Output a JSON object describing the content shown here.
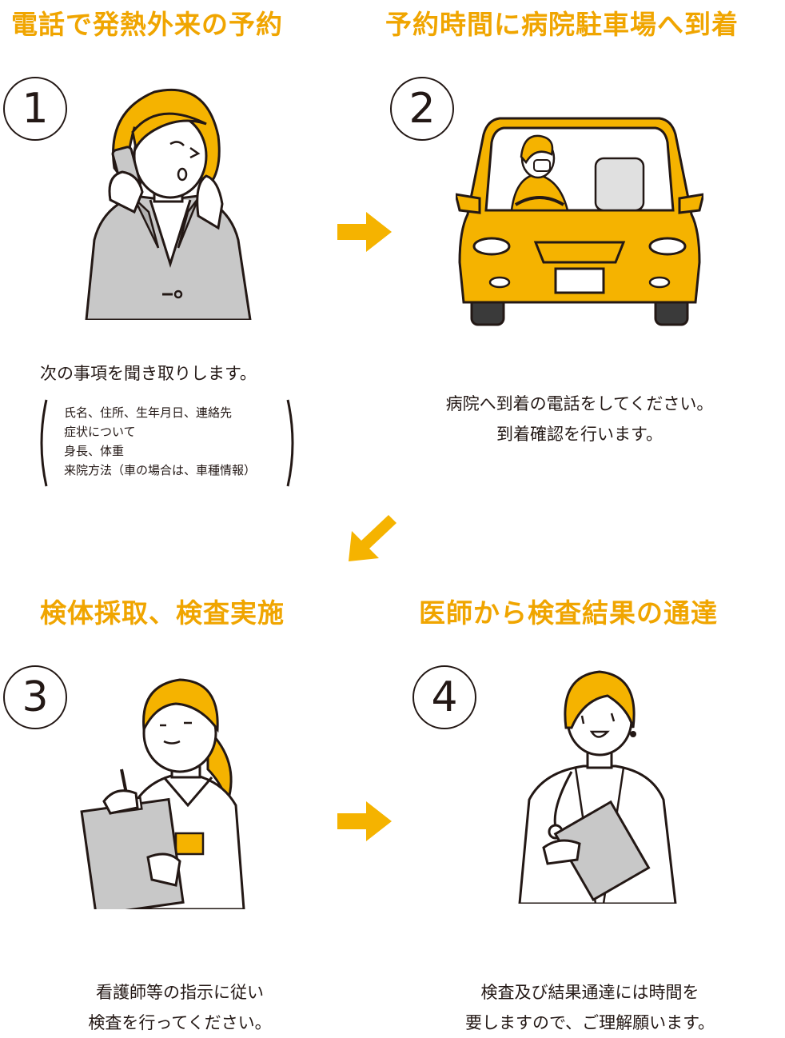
{
  "steps": [
    {
      "number": "1",
      "title": "電話で発熱外来の予約",
      "description": "次の事項を聞き取りします。",
      "items": [
        "氏名、住所、生年月日、連絡先",
        "症状について",
        "身長、体重",
        "来院方法（車の場合は、車種情報）"
      ]
    },
    {
      "number": "2",
      "title": "予約時間に病院駐車場へ到着",
      "description_lines": [
        "病院へ到着の電話をしてください。",
        "到着確認を行います。"
      ]
    },
    {
      "number": "3",
      "title": "検体採取、検査実施",
      "description_lines": [
        "看護師等の指示に従い",
        "検査を行ってください。"
      ]
    },
    {
      "number": "4",
      "title": "医師から検査結果の通達",
      "description_lines": [
        "検査及び結果通達には時間を",
        "要しますので、ご理解願います。"
      ]
    }
  ],
  "icons": [
    "phone-call-woman-icon",
    "car-driver-icon",
    "nurse-clipboard-icon",
    "doctor-clipboard-icon",
    "arrow-right-icon",
    "arrow-down-left-icon"
  ],
  "colors": {
    "accent": "#f0a500",
    "arrow": "#f5b300",
    "hair": "#f5b300",
    "suit": "#c8c8c8",
    "car": "#f5b300",
    "line": "#231815"
  }
}
